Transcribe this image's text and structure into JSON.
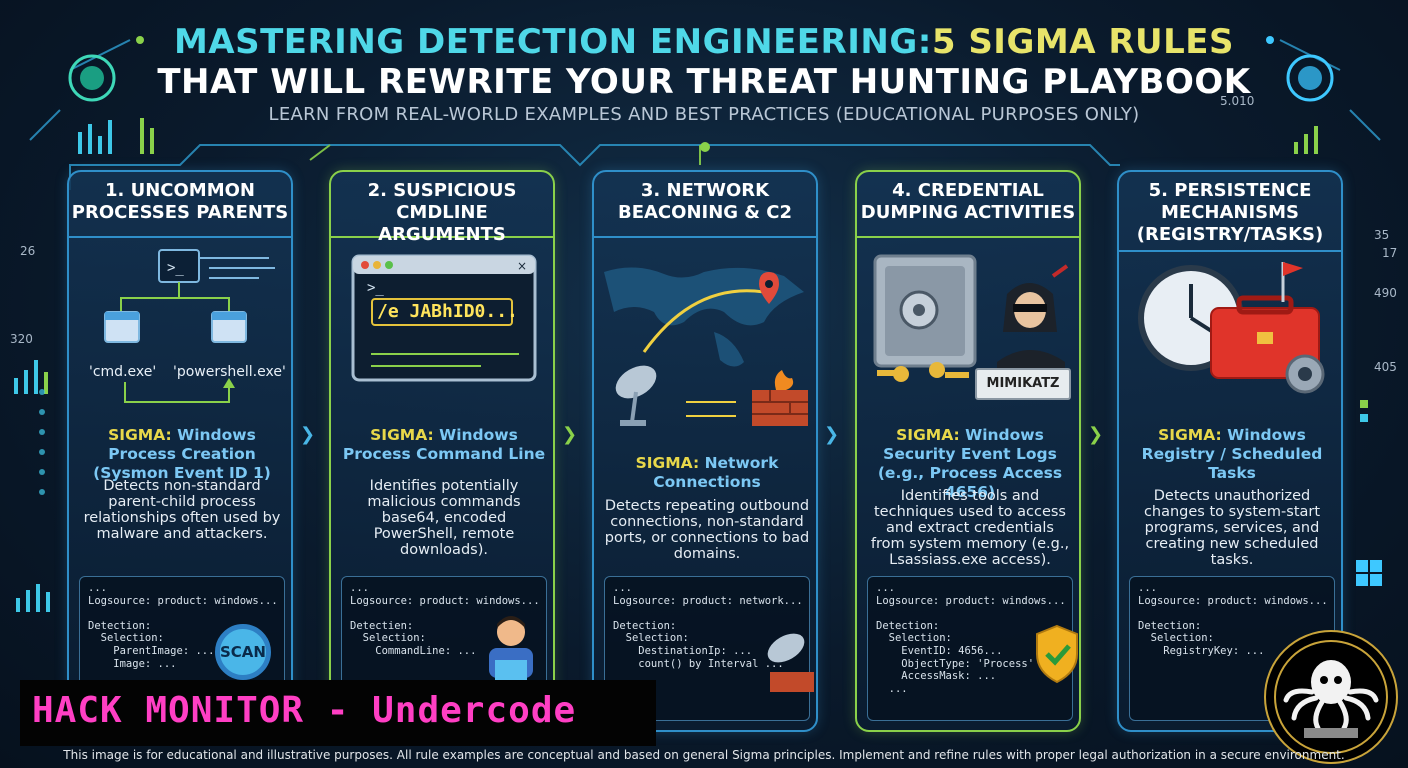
{
  "header": {
    "title_line1_a": "MASTERING DETECTION ENGINEERING:",
    "title_line1_b": "5 SIGMA RULES",
    "title_line2": "THAT WILL REWRITE YOUR THREAT HUNTING PLAYBOOK",
    "subtitle": "LEARN FROM REAL-WORLD EXAMPLES AND BEST PRACTICES (EDUCATIONAL PURPOSES ONLY)"
  },
  "decor_numbers": {
    "top_right": "5.010",
    "left_a": "26",
    "left_b": "320",
    "right_a": "35",
    "right_b": "17",
    "right_c": "490",
    "right_d": "405"
  },
  "cards": [
    {
      "title": "1. UNCOMMON PROCESSES PARENTS",
      "illustration": {
        "node_left": "'cmd.exe'",
        "node_right": "'powershell.exe'",
        "badge": "SCAN"
      },
      "sigma_label": "SIGMA:",
      "sigma_text": "Windows Process Creation (Sysmon Event ID 1)",
      "description": "Detects non-standard parent-child process relationships often used by malware and attackers.",
      "code": "...\nLogsource: product: windows...\n\nDetection:\n  Selection:\n    ParentImage: ...\n    Image: ..."
    },
    {
      "title": "2. SUSPICIOUS CMDLINE ARGUMENTS",
      "illustration": {
        "terminal_text": "/e JABhID0...",
        "prompt": ">_"
      },
      "sigma_label": "SIGMA:",
      "sigma_text": "Windows Process Command Line",
      "description": "Identifies potentially malicious commands base64, encoded PowerShell, remote downloads).",
      "code": "...\nLogsource: product: windows...\n\nDetectien:\n  Selection:\n    CommandLine: ..."
    },
    {
      "title": "3. NETWORK BEACONING & C2",
      "illustration": {},
      "sigma_label": "SIGMA:",
      "sigma_text": "Network Connections",
      "description": "Detects repeating outbound connections, non-standard ports, or connections to bad domains.",
      "code": "...\nLogsource: product: network...\n\nDetection:\n  Selection:\n    DestinationIp: ...\n    count() by Interval ..."
    },
    {
      "title": "4. CREDENTIAL DUMPING ACTIVITIES",
      "illustration": {
        "tag": "MIMIKATZ"
      },
      "sigma_label": "SIGMA:",
      "sigma_text": "Windows Security Event Logs (e.g., Process Access 4656)",
      "description": "Identifies tools and techniques used to access and extract credentials from system memory (e.g., Lsassiass.exe access).",
      "code": "...\nLogsource: product: windows...\n\nDetection:\n  Selection:\n    EventID: 4656...\n    ObjectType: 'Process'\n    AccessMask: ...\n  ..."
    },
    {
      "title": "5. PERSISTENCE MECHANISMS (REGISTRY/TASKS)",
      "illustration": {},
      "sigma_label": "SIGMA:",
      "sigma_text": "Windows Registry / Scheduled Tasks",
      "description": "Detects unauthorized changes to system-start programs, services, and creating new scheduled tasks.",
      "code": "...\nLogsource: product: windows...\n\nDetection:\n  Selection:\n    RegistryKey: ..."
    }
  ],
  "banner": {
    "text": "HACK MONITOR - Undercode"
  },
  "footer": "This image is for educational and illustrative purposes. All rule examples are conceptual and based on general Sigma principles. Implement and refine rules with proper legal authorization in a secure environment.",
  "colors": {
    "cyan": "#4fd8e8",
    "yellow": "#e8e46a",
    "blue_border": "#2f8fc9",
    "green_border": "#8ad14a",
    "banner_pink": "#ff3fc4"
  }
}
